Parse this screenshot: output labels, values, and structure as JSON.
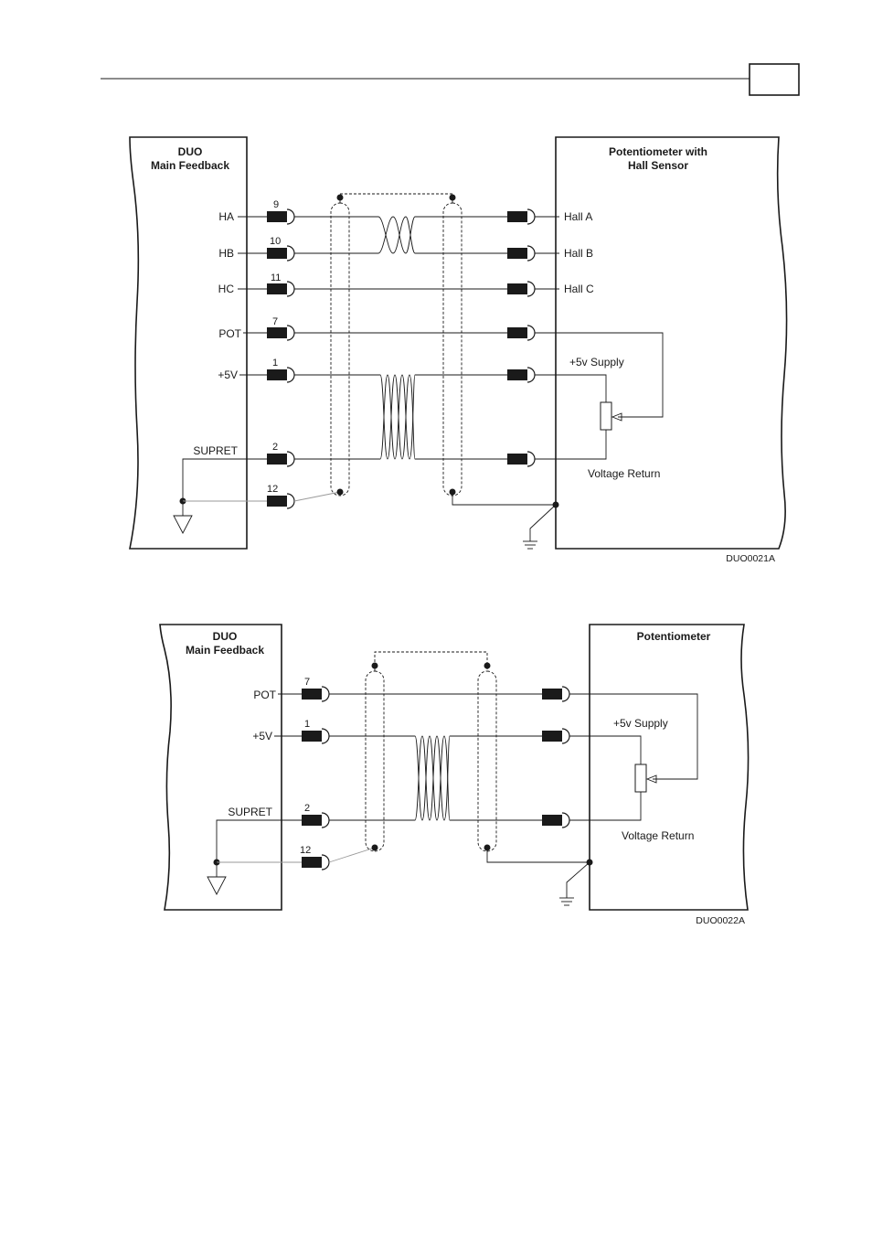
{
  "header": {
    "page_box": ""
  },
  "diagram1": {
    "left_box_title": [
      "DUO",
      "Main Feedback"
    ],
    "right_box_title": [
      "Potentiometer with",
      "Hall Sensor"
    ],
    "left_signals": [
      {
        "label": "HA",
        "pin": "9"
      },
      {
        "label": "HB",
        "pin": "10"
      },
      {
        "label": "HC",
        "pin": "11"
      },
      {
        "label": "POT",
        "pin": "7"
      },
      {
        "label": "+5V",
        "pin": "1"
      },
      {
        "label": "SUPRET",
        "pin": "2"
      },
      {
        "label": "",
        "pin": "12"
      }
    ],
    "right_signals": [
      "Hall A",
      "Hall B",
      "Hall C"
    ],
    "supply_label": "+5v Supply",
    "return_label": "Voltage Return",
    "code": "DUO0021A"
  },
  "diagram2": {
    "left_box_title": [
      "DUO",
      "Main Feedback"
    ],
    "right_box_title": [
      "Potentiometer"
    ],
    "left_signals": [
      {
        "label": "POT",
        "pin": "7"
      },
      {
        "label": "+5V",
        "pin": "1"
      },
      {
        "label": "SUPRET",
        "pin": "2"
      },
      {
        "label": "",
        "pin": "12"
      }
    ],
    "supply_label": "+5v Supply",
    "return_label": "Voltage Return",
    "code": "DUO0022A"
  }
}
